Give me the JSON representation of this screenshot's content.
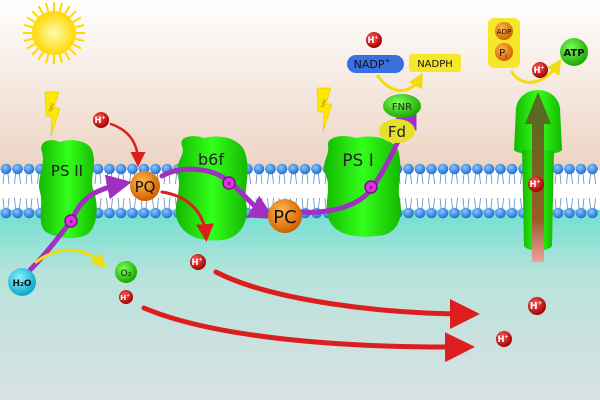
{
  "labels": {
    "ps2": "PS II",
    "b6f": "b6f",
    "ps1": "PS I",
    "pq": "PQ",
    "pc": "PC",
    "fnr": "FNR",
    "fd": "Fd",
    "nadp": "NADP",
    "nadp_sup": "+",
    "nadph": "NADPH",
    "adp": "ADP",
    "pi": "P",
    "pi_sub": "i",
    "atp": "ATP",
    "h2o": "H₂O",
    "o2": "O₂",
    "h": "H",
    "h_sup": "+",
    "e": "e",
    "light": "light"
  },
  "colors": {
    "complex": "#22e000",
    "carrier": "#e07a00",
    "electron_path": "#a030c0",
    "proton_arrow": "#dd1e1e",
    "light_bolt": "#ffe000",
    "membrane_head": "#3a8ce6",
    "water": "#29c9e3",
    "nadp_box": "#3a6fe0",
    "nadph_box": "#f5e72a"
  }
}
